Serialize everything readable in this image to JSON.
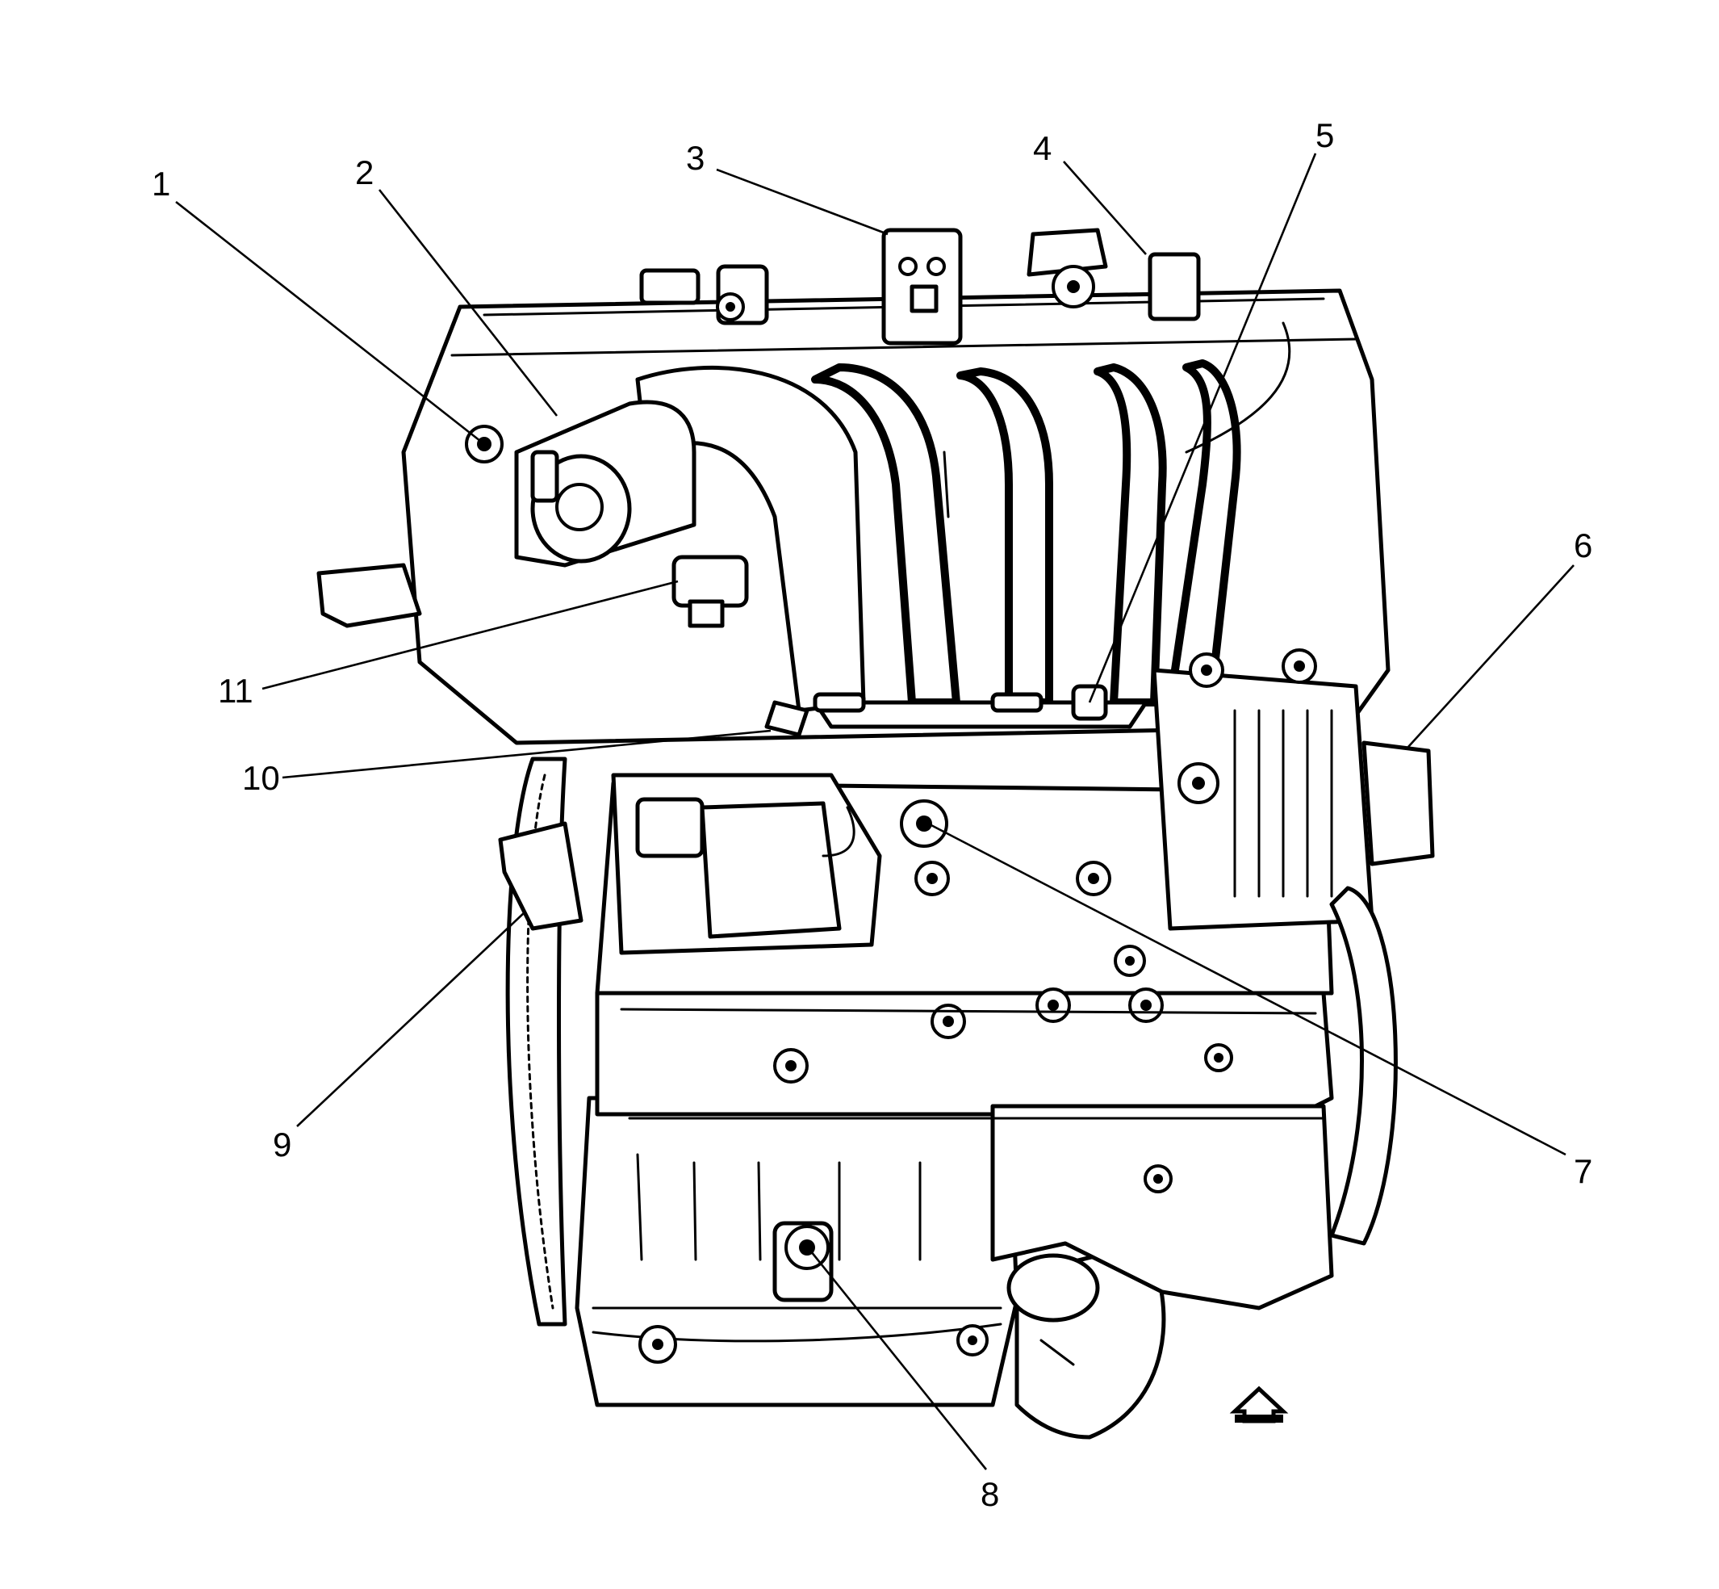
{
  "callouts": [
    {
      "id": "1",
      "label": "1"
    },
    {
      "id": "2",
      "label": "2"
    },
    {
      "id": "3",
      "label": "3"
    },
    {
      "id": "4",
      "label": "4"
    },
    {
      "id": "5",
      "label": "5"
    },
    {
      "id": "6",
      "label": "6"
    },
    {
      "id": "7",
      "label": "7"
    },
    {
      "id": "8",
      "label": "8"
    },
    {
      "id": "9",
      "label": "9"
    },
    {
      "id": "10",
      "label": "10"
    },
    {
      "id": "11",
      "label": "11"
    }
  ],
  "view_arrow": {
    "icon": "front-view-arrow-icon",
    "direction": "up"
  }
}
